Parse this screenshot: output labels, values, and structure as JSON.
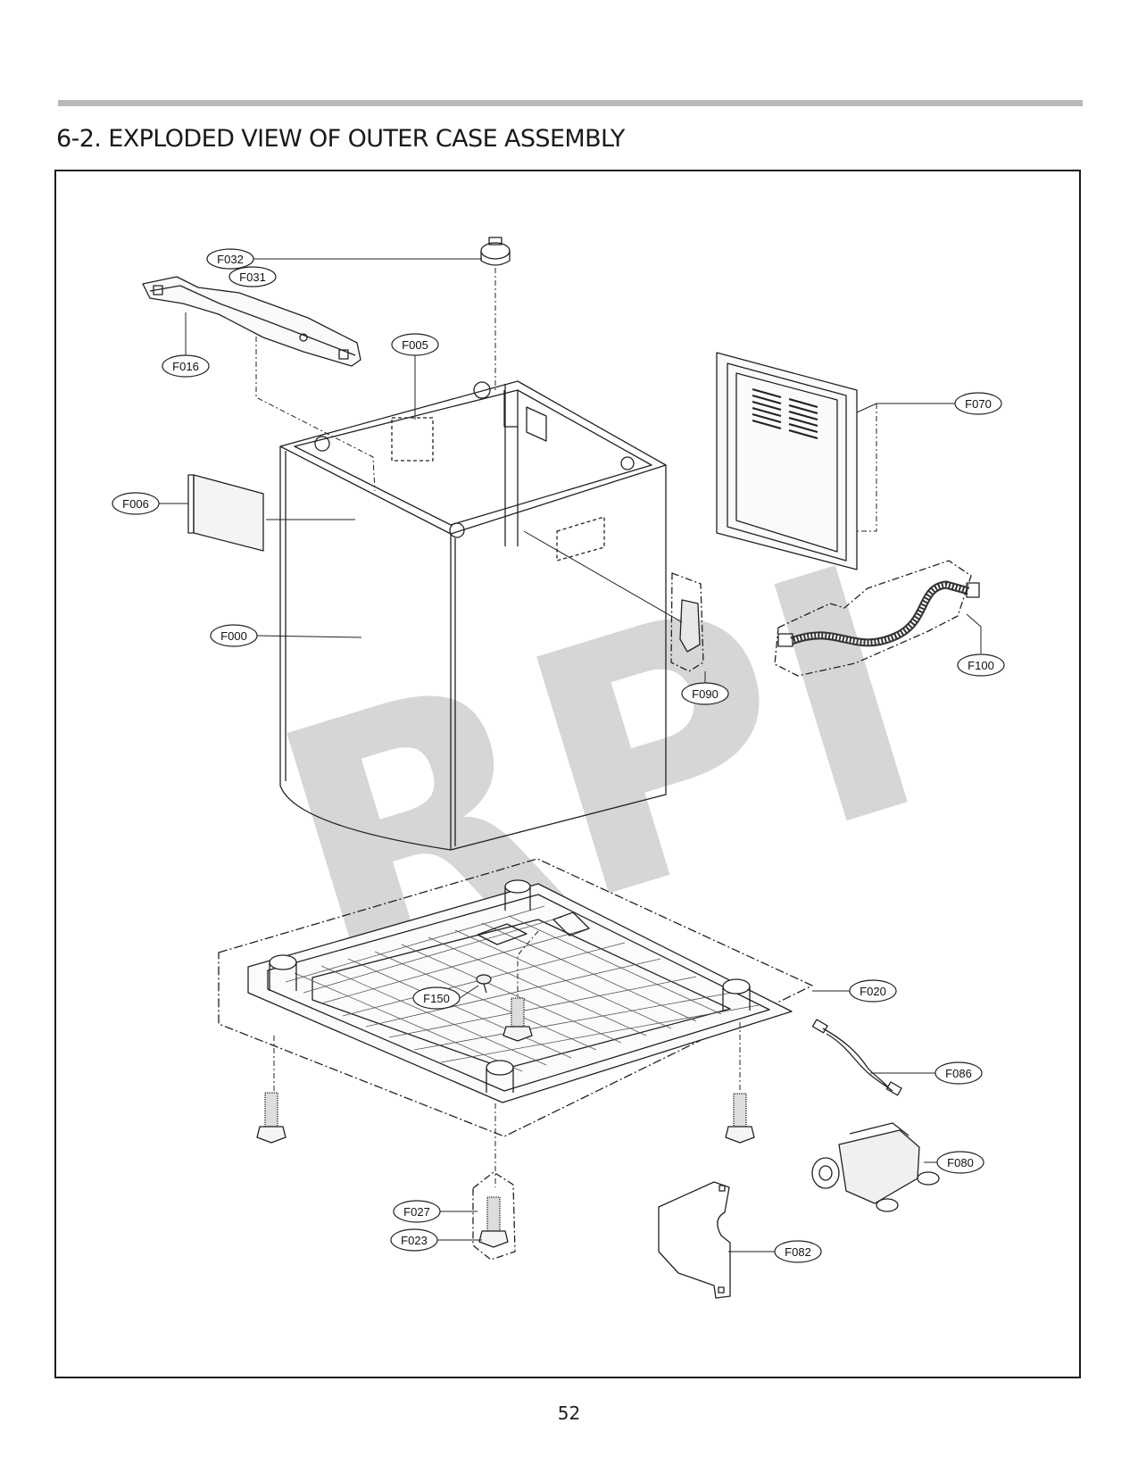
{
  "page": {
    "section_title": "6-2. EXPLODED VIEW OF OUTER CASE ASSEMBLY",
    "page_number": "52",
    "watermark": "RPI"
  },
  "callouts": {
    "f032": "F032",
    "f031": "F031",
    "f016": "F016",
    "f005": "F005",
    "f070": "F070",
    "f006": "F006",
    "f000": "F000",
    "f100": "F100",
    "f090": "F090",
    "f020": "F020",
    "f150": "F150",
    "f086": "F086",
    "f080": "F080",
    "f027": "F027",
    "f023": "F023",
    "f082": "F082"
  }
}
